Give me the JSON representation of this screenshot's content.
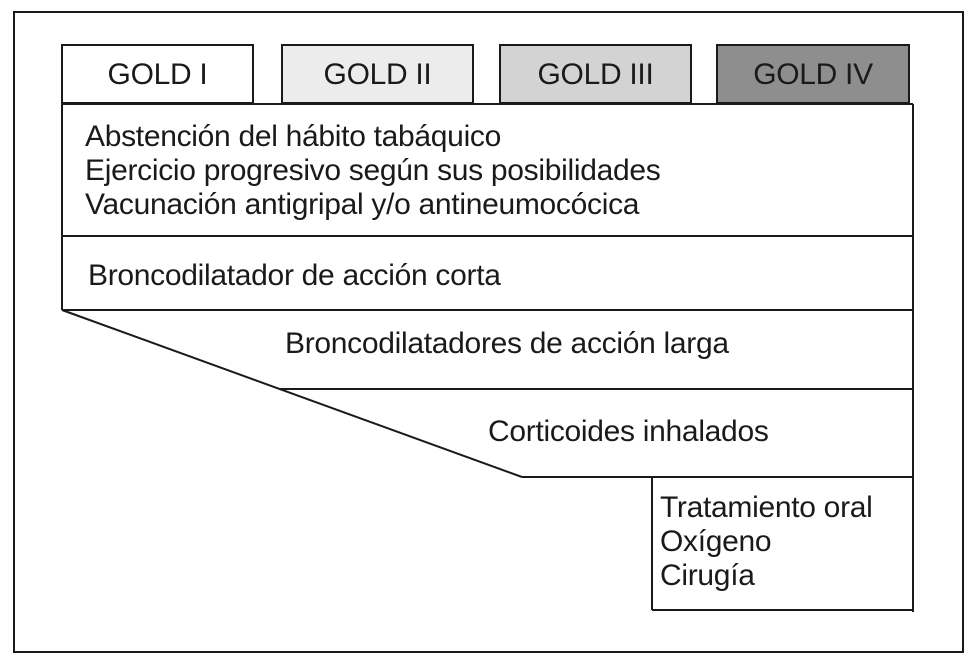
{
  "tabs": [
    {
      "label": "GOLD I",
      "fill": "#ffffff"
    },
    {
      "label": "GOLD II",
      "fill": "#ececec"
    },
    {
      "label": "GOLD III",
      "fill": "#d3d3d3"
    },
    {
      "label": "GOLD IV",
      "fill": "#8e8e8e"
    }
  ],
  "general_measures": [
    "Abstención del hábito tabáquico",
    "Ejercicio progresivo según sus posibilidades",
    "Vacunación antigripal y/o antineumocócica"
  ],
  "short_bronchodilator": "Broncodilatador de acción corta",
  "long_bronchodilators": "Broncodilatadores de acción larga",
  "inhaled_corticoids": "Corticoides inhalados",
  "advanced_treatments": [
    "Tratamiento oral",
    "Oxígeno",
    "Cirugía"
  ]
}
